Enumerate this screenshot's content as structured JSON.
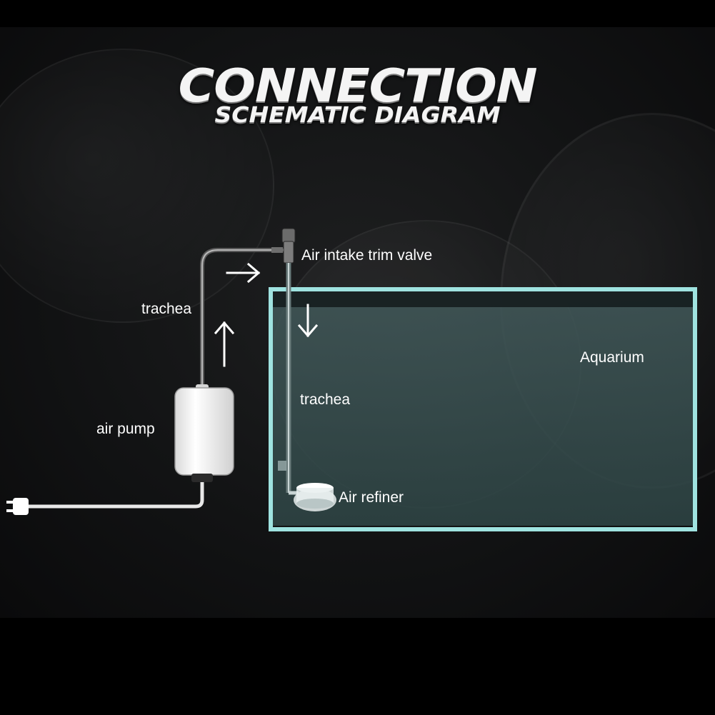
{
  "title": {
    "line1": "CONNECTION",
    "line2": "SCHEMATIC DIAGRAM"
  },
  "labels": {
    "valve": "Air intake trim valve",
    "tube_left": "trachea",
    "tube_inside": "trachea",
    "pump": "air pump",
    "tank": "Aquarium",
    "stone": "Air refiner"
  },
  "icons": [
    "plug-icon",
    "arrow-right-icon",
    "arrow-up-icon",
    "arrow-down-icon"
  ],
  "colors": {
    "tank_frame": "#9fe3e0",
    "tank_water": "#3c5556",
    "label_text": "#ffffff",
    "background": "#000000"
  }
}
